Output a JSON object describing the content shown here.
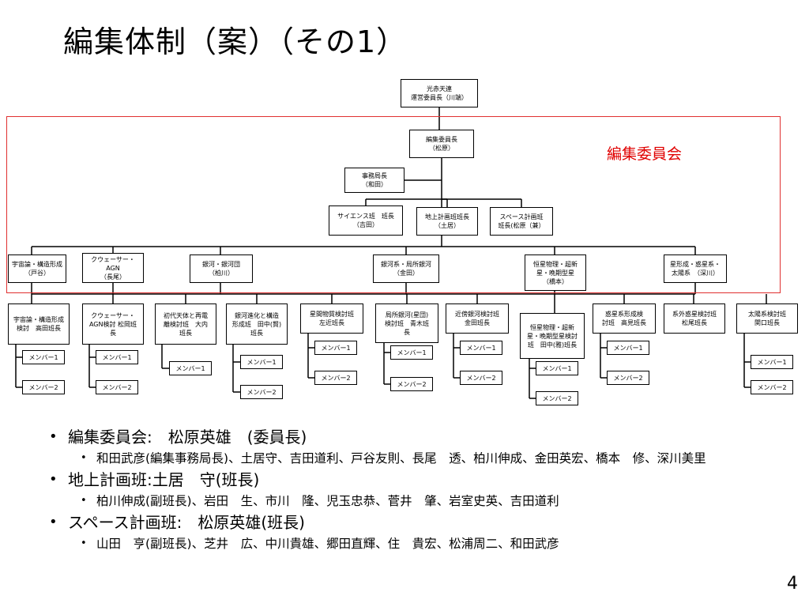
{
  "title": "編集体制（案）（その1）",
  "committee_label": "編集委員会",
  "org": {
    "top": [
      "光赤天連",
      "運営委員長（川端）"
    ],
    "chief": [
      "編集委員長",
      "（松原）"
    ],
    "secretariat": [
      "事務局長",
      "（和田）"
    ],
    "science": [
      "サイエンス班　班長",
      "（吉田）"
    ],
    "ground": [
      "地上計画班班長",
      "（土居）"
    ],
    "space": [
      "スペース計画班",
      "班長(松原（兼）"
    ],
    "groups": [
      [
        "宇宙論・構造形成",
        "（戸谷）"
      ],
      [
        "クウェーサー・",
        "AGN",
        "（長尾）"
      ],
      [
        "銀河・銀河団",
        "（柏川）"
      ],
      [
        "銀河系・局所銀河",
        "（金田）"
      ],
      [
        "恒星物理・超新",
        "星・晩期型星",
        "（橋本）"
      ],
      [
        "星形成・惑星系・",
        "太陽系　（深川）"
      ]
    ],
    "teams": [
      [
        "宇宙論・構造形成",
        "検討　高田班長"
      ],
      [
        "クウェーサー・",
        "AGN検討 松岡班",
        "長"
      ],
      [
        "初代天体と再電",
        "離検討班　大内",
        "班長"
      ],
      [
        "銀河進化と構造",
        "形成班　田中(賢)",
        "班長"
      ],
      [
        "星間物質検討班",
        "左近班長"
      ],
      [
        "局所銀河(星団)",
        "検討班　青木班",
        "長"
      ],
      [
        "近傍銀河検討班",
        "金田班長"
      ],
      [
        "恒星物理・超新",
        "星・晩期型星検討",
        "班　田中(雅)班長"
      ],
      [
        "惑星系形成検",
        "討班　高見班長"
      ],
      [
        "系外惑星検討班",
        "松尾班長"
      ],
      [
        "太陽系検討班",
        "関口班長"
      ]
    ],
    "member1": "メンバー1",
    "member2": "メンバー2"
  },
  "bullets": [
    {
      "level": 1,
      "text": "編集委員会:　松原英雄　(委員長)"
    },
    {
      "level": 2,
      "text": "和田武彦(編集事務局長)、土居守、吉田道利、戸谷友則、長尾　透、柏川伸成、金田英宏、橋本　修、深川美里"
    },
    {
      "level": 1,
      "text": "地上計画班:土居　守(班長)"
    },
    {
      "level": 2,
      "text": "柏川伸成(副班長)、岩田　生、市川　隆、児玉忠恭、菅井　肇、岩室史英、吉田道利"
    },
    {
      "level": 1,
      "text": "スペース計画班:　松原英雄(班長)"
    },
    {
      "level": 2,
      "text": "山田　亨(副班長)、芝井　広、中川貴雄、郷田直輝、住　貴宏、松浦周二、和田武彦"
    }
  ],
  "page_number": "4"
}
